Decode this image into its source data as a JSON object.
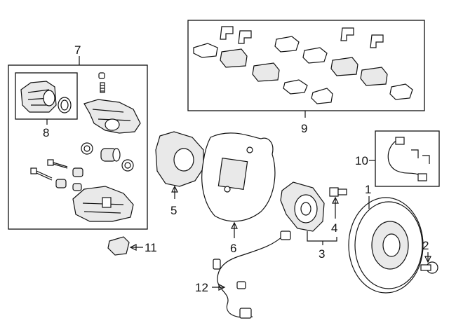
{
  "diagram": {
    "type": "exploded-parts-diagram",
    "callouts": {
      "c1": "1",
      "c2": "2",
      "c3": "3",
      "c4": "4",
      "c5": "5",
      "c6": "6",
      "c7": "7",
      "c8": "8",
      "c9": "9",
      "c10": "10",
      "c11": "11",
      "c12": "12"
    },
    "line_color": "#111111",
    "background": "#ffffff"
  }
}
